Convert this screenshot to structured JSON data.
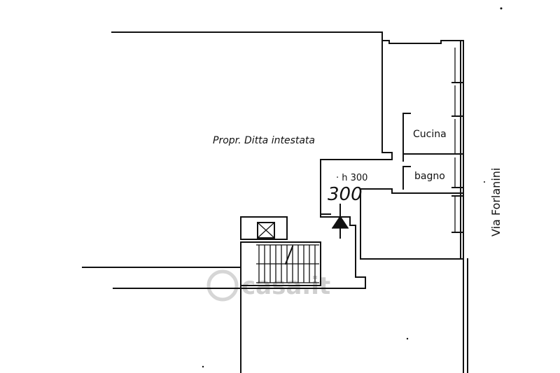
{
  "labels": {
    "owner": "Propr. Ditta intestata",
    "kitchen": "Cucina",
    "bathroom": "bagno",
    "height": "h 300",
    "handwritten_height": "300",
    "street": "Via Forlanini"
  },
  "watermark": "casa.it",
  "colors": {
    "ink": "#111111",
    "paper": "#ffffff",
    "watermark": "#cfcfcf"
  }
}
